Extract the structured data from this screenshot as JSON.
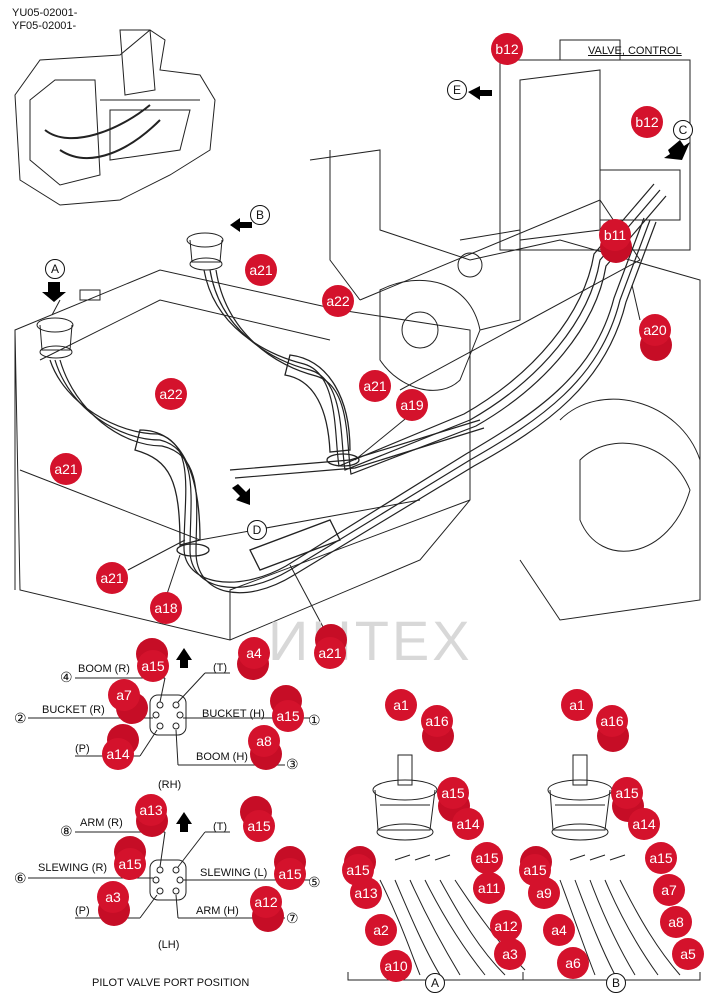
{
  "header": {
    "serial_line1": "YU05-02001-",
    "serial_line2": "YF05-02001-"
  },
  "valve_control_label": "VALVE, CONTROL",
  "view_letters": [
    "A",
    "B",
    "C",
    "D",
    "E"
  ],
  "main_callouts": [
    "b12",
    "b12",
    "b11",
    "a20",
    "a21",
    "a22",
    "a21",
    "a19",
    "a22",
    "a21",
    "a21",
    "a18",
    "a21"
  ],
  "rh_diagram": {
    "label": "(RH)",
    "ports": [
      {
        "num": "④",
        "name": "BOOM (R)"
      },
      {
        "num": "②",
        "name": "BUCKET (R)"
      },
      {
        "num": "",
        "name": "(P)"
      },
      {
        "num": "",
        "name": "(T)"
      },
      {
        "num": "①",
        "name": "BUCKET (H)"
      },
      {
        "num": "③",
        "name": "BOOM (H)"
      }
    ],
    "callouts": [
      "a15",
      "a4",
      "a7",
      "a15",
      "a14",
      "a8"
    ]
  },
  "lh_diagram": {
    "label": "(LH)",
    "ports": [
      {
        "num": "⑧",
        "name": "ARM (R)"
      },
      {
        "num": "⑥",
        "name": "SLEWING (R)"
      },
      {
        "num": "",
        "name": "(P)"
      },
      {
        "num": "",
        "name": "(T)"
      },
      {
        "num": "⑤",
        "name": "SLEWING (L)"
      },
      {
        "num": "⑦",
        "name": "ARM (H)"
      }
    ],
    "callouts": [
      "a13",
      "a15",
      "a15",
      "a15",
      "a3",
      "a12"
    ]
  },
  "footer_caption": "PILOT VALVE PORT POSITION",
  "view_a": {
    "letter": "A",
    "callouts": [
      "a1",
      "a16",
      "a15",
      "a14",
      "a15",
      "a15",
      "a13",
      "a11",
      "a2",
      "a12",
      "a10",
      "a3"
    ]
  },
  "view_b": {
    "letter": "B",
    "callouts": [
      "a1",
      "a16",
      "a15",
      "a14",
      "a15",
      "a15",
      "a9",
      "a7",
      "a4",
      "a8",
      "a6",
      "a5"
    ]
  },
  "watermark_text": "ИНТЕХ"
}
